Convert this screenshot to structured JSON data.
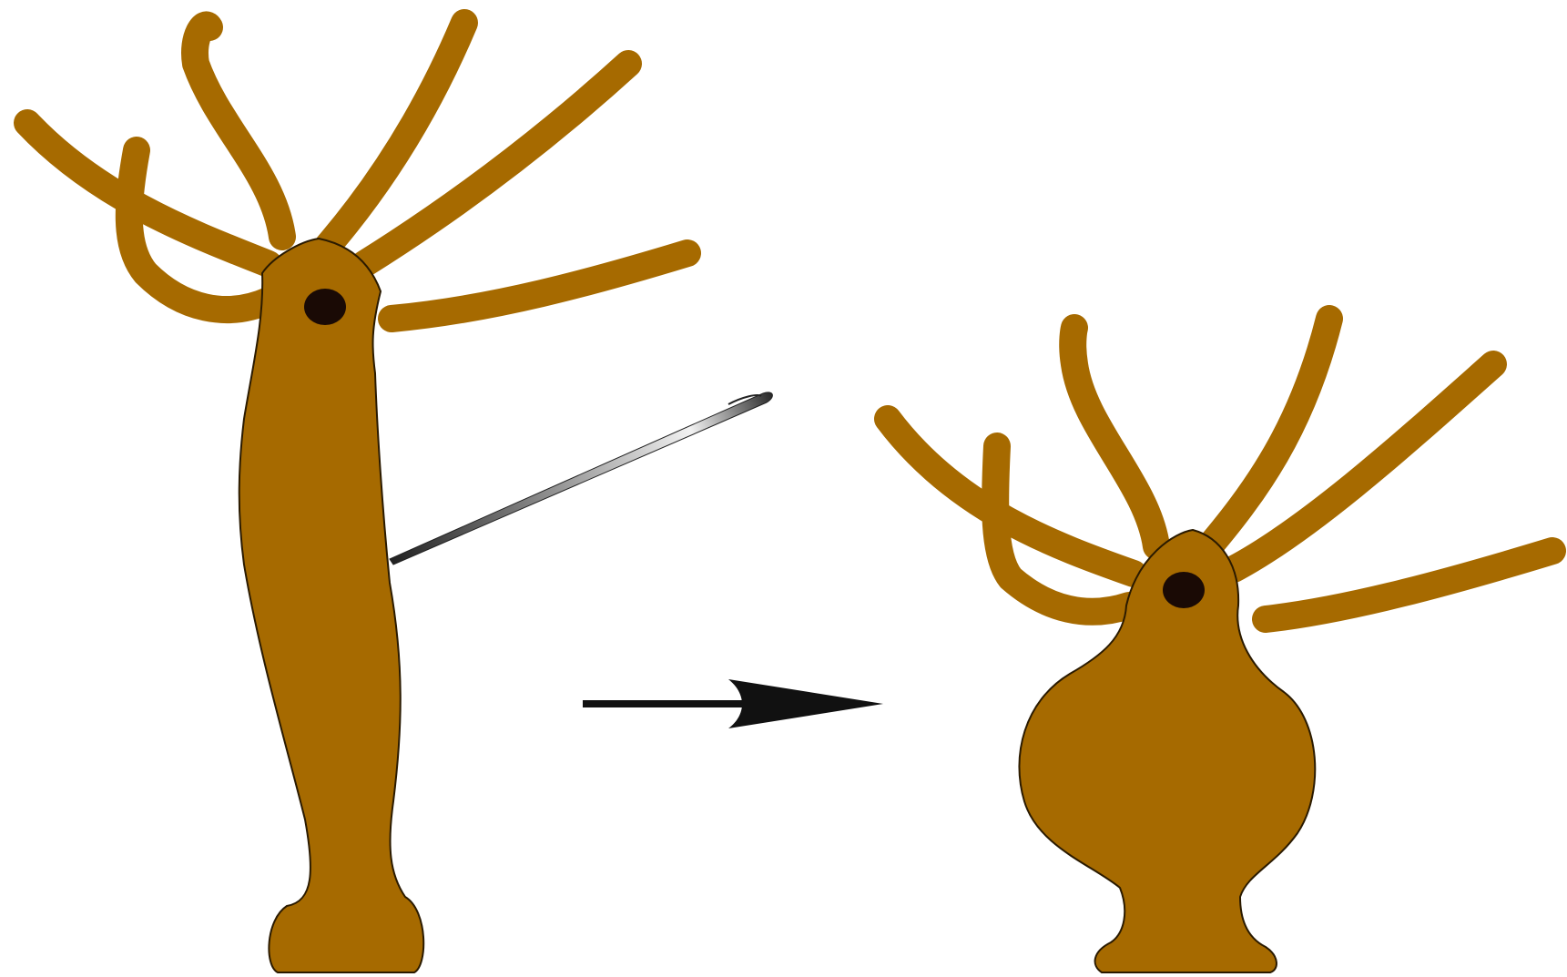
{
  "colors": {
    "body": "#a66a00",
    "outline": "#2a1a00",
    "mouth": "#1a0a05",
    "arrow": "#111111",
    "needle_dark": "#222222",
    "needle_light": "#f2f2f2",
    "background": "#ffffff"
  },
  "figures": [
    {
      "id": "hydra-before",
      "state": "elongated body, pierced by needle"
    },
    {
      "id": "hydra-after",
      "state": "swollen, bulb-shaped body"
    }
  ],
  "icons": [
    "needle-icon",
    "arrow-right-icon"
  ]
}
